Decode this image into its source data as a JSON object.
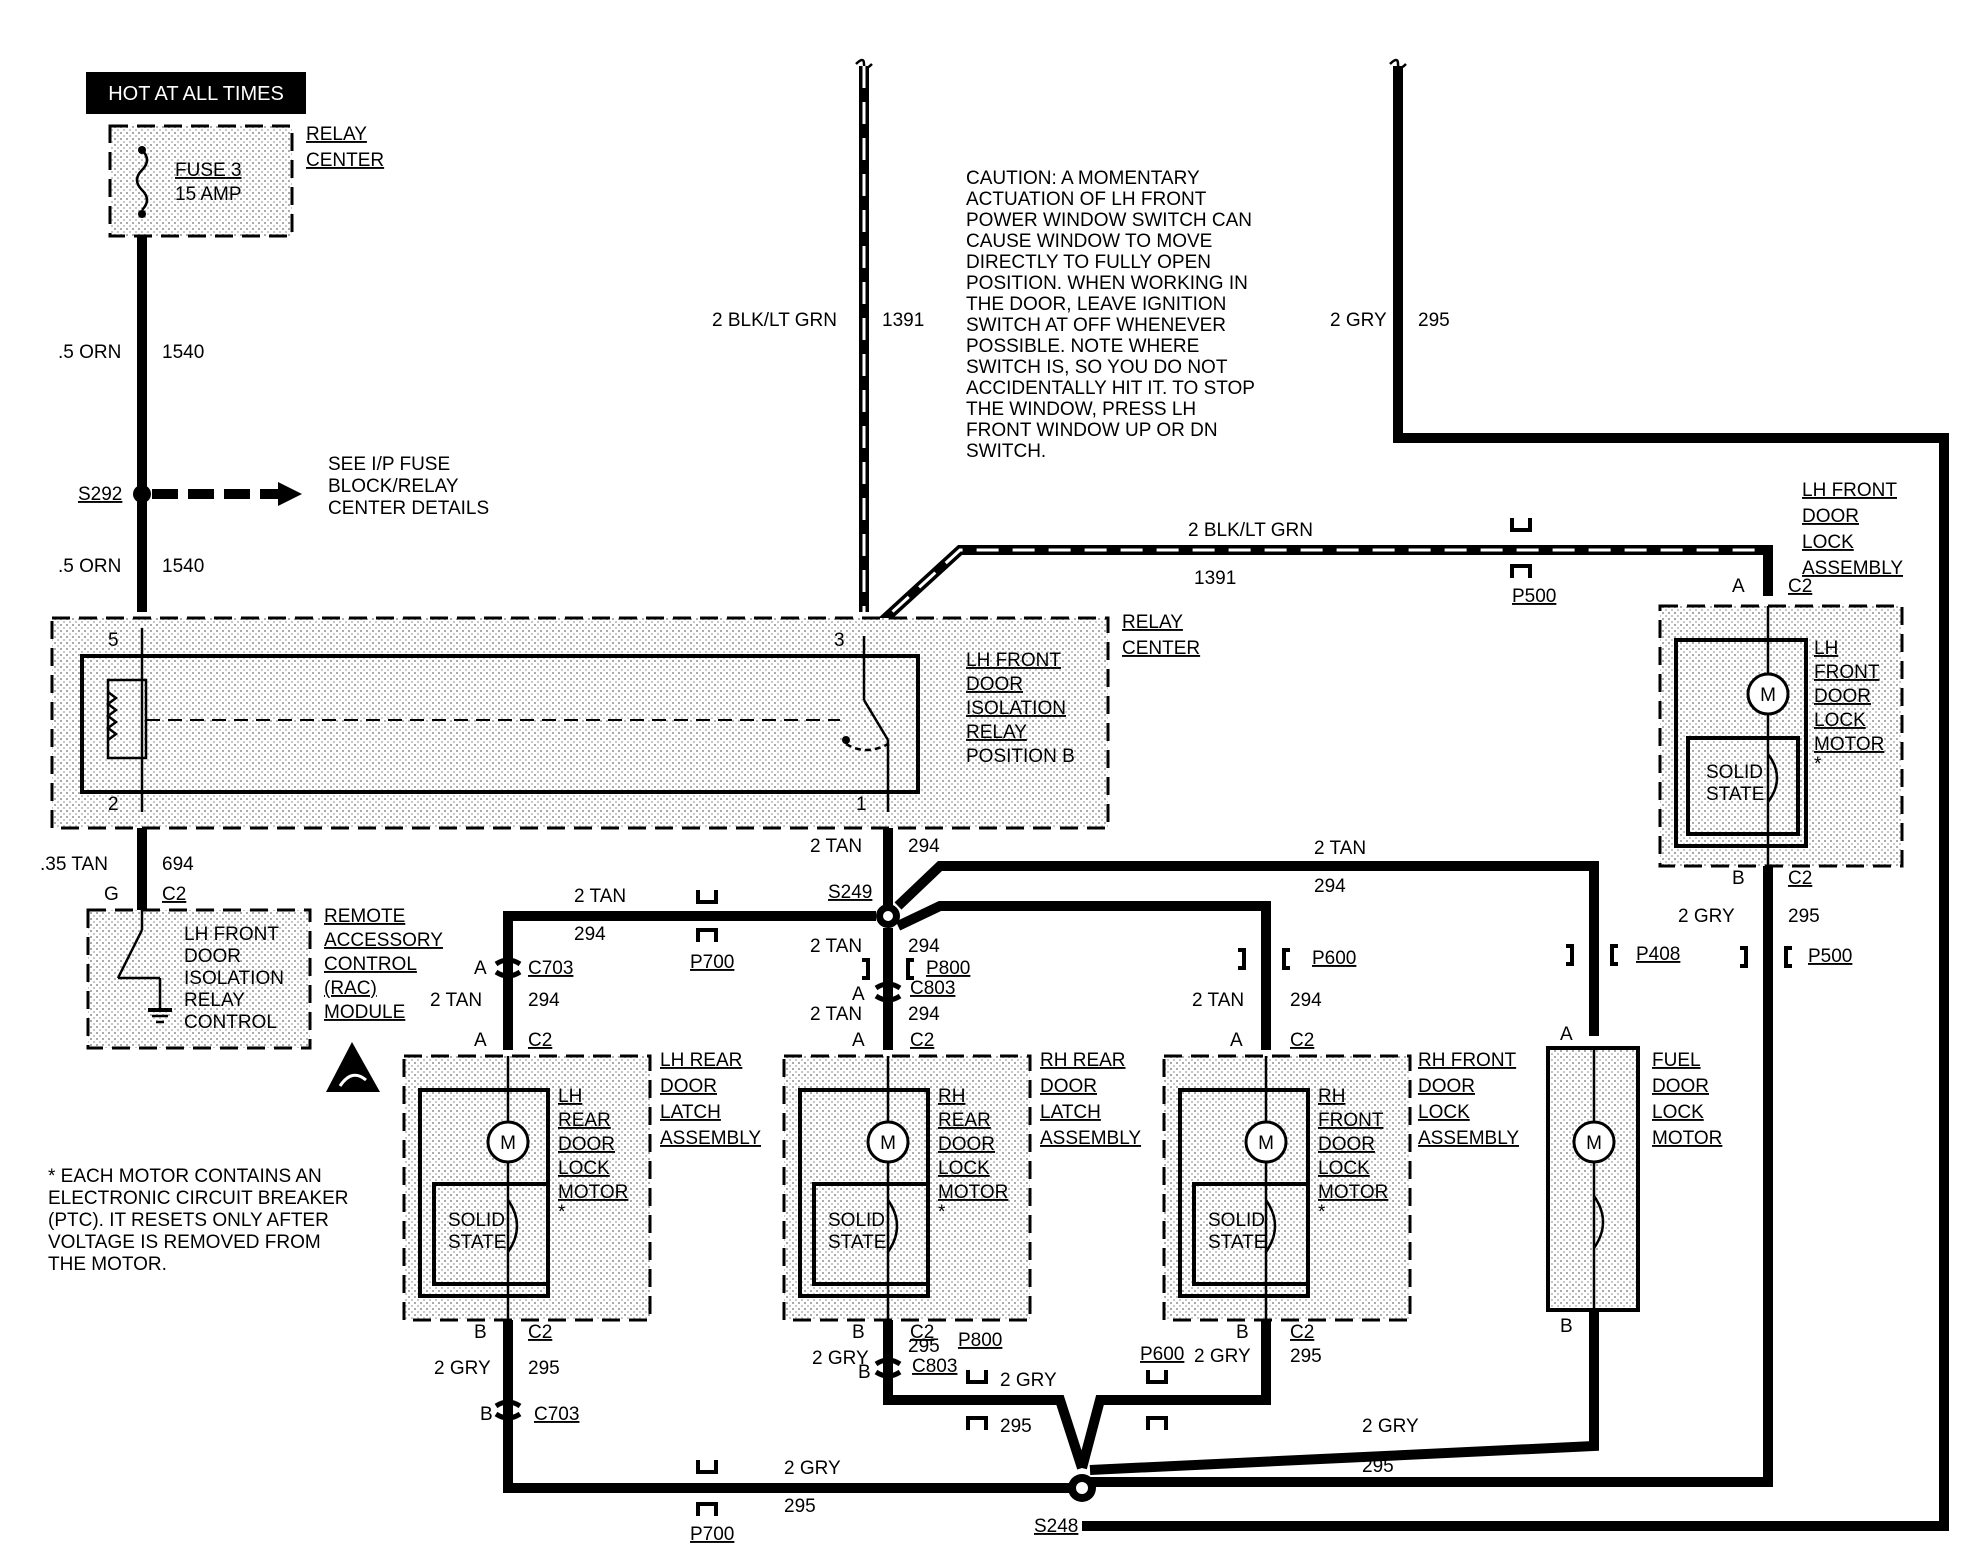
{
  "header": {
    "hot_label": "HOT AT ALL TIMES"
  },
  "fuse": {
    "name": "FUSE 3",
    "rating": "15 AMP",
    "location_1": "RELAY",
    "location_2": "CENTER"
  },
  "wires": {
    "orn_1": ".5 ORN",
    "orn_1_num": "1540",
    "orn_2": ".5 ORN",
    "orn_2_num": "1540",
    "blk_top": "2 BLK/LT GRN",
    "blk_top_num": "1391",
    "gry_top": "2 GRY",
    "gry_top_num": "295",
    "blk_run": "2 BLK/LT GRN",
    "blk_run_num": "1391",
    "tan_694": ".35 TAN",
    "tan_694_num": "694",
    "tan_294_main": "2 TAN",
    "tan_294_main_num": "294",
    "tan_top": "2 TAN",
    "tan_top_num": "294",
    "tan_left": "2 TAN",
    "tan_left_num": "294",
    "tan_mid_1": "2 TAN",
    "tan_mid_1_num": "294",
    "tan_mid_2": "2 TAN",
    "tan_mid_2_num": "294",
    "tan_lr": "2 TAN",
    "tan_lr_num": "294",
    "tan_rf": "2 TAN",
    "tan_rf_num": "294",
    "gry_lhf": "2 GRY",
    "gry_lhf_num": "295",
    "gry_lr": "2 GRY",
    "gry_lr_num": "295",
    "gry_rr": "2 GRY",
    "gry_rr_num": "295",
    "gry_rr_2": "2 GRY",
    "gry_rr_2_num": "295",
    "gry_rf": "2 GRY",
    "gry_rf_num": "295",
    "gry_fuel": "2 GRY",
    "gry_fuel_num": "295",
    "gry_bottom": "2 GRY",
    "gry_bottom_num": "295"
  },
  "splices": {
    "s292": "S292",
    "s249": "S249",
    "s248": "S248"
  },
  "see_note": [
    "SEE I/P FUSE",
    "BLOCK/RELAY",
    "CENTER DETAILS"
  ],
  "caution": [
    "CAUTION: A MOMENTARY",
    "ACTUATION OF LH FRONT",
    "POWER WINDOW SWITCH CAN",
    "CAUSE WINDOW TO MOVE",
    "DIRECTLY TO FULLY OPEN",
    "POSITION. WHEN WORKING IN",
    "THE DOOR, LEAVE IGNITION",
    "SWITCH AT OFF WHENEVER",
    "POSSIBLE. NOTE WHERE",
    "SWITCH IS, SO YOU DO NOT",
    "ACCIDENTALLY HIT IT. TO STOP",
    "THE WINDOW, PRESS LH",
    "FRONT WINDOW UP OR DN",
    "SWITCH."
  ],
  "relay_center": {
    "label_1": "RELAY",
    "label_2": "CENTER",
    "relay_name": [
      "LH FRONT",
      "DOOR",
      "ISOLATION",
      "RELAY",
      "POSITION B"
    ],
    "pin5": "5",
    "pin3": "3",
    "pin2": "2",
    "pin1": "1"
  },
  "rac": {
    "pin": "G",
    "conn": "C2",
    "inner": [
      "LH FRONT",
      "DOOR",
      "ISOLATION",
      "RELAY",
      "CONTROL"
    ],
    "label": [
      "REMOTE",
      "ACCESSORY",
      "CONTROL",
      "(RAC)",
      "MODULE"
    ]
  },
  "lh_front_lock": {
    "label": [
      "LH FRONT",
      "DOOR",
      "LOCK",
      "ASSEMBLY"
    ],
    "motor_label": [
      "LH",
      "FRONT",
      "DOOR",
      "LOCK",
      "MOTOR",
      "*"
    ],
    "pin_a": "A",
    "conn_a": "C2",
    "pin_b": "B",
    "conn_b": "C2"
  },
  "lh_rear": {
    "label": [
      "LH REAR",
      "DOOR",
      "LATCH",
      "ASSEMBLY"
    ],
    "motor_label": [
      "LH",
      "REAR",
      "DOOR",
      "LOCK",
      "MOTOR",
      "*"
    ],
    "pin_a": "A",
    "conn_a": "C2",
    "pin_b": "B",
    "conn_b": "C2"
  },
  "rh_rear": {
    "label": [
      "RH REAR",
      "DOOR",
      "LATCH",
      "ASSEMBLY"
    ],
    "motor_label": [
      "RH",
      "REAR",
      "DOOR",
      "LOCK",
      "MOTOR",
      "*"
    ],
    "pin_a": "A",
    "conn_a": "C2",
    "pin_b": "B",
    "conn_b": "C2"
  },
  "rh_front": {
    "label": [
      "RH FRONT",
      "DOOR",
      "LOCK",
      "ASSEMBLY"
    ],
    "motor_label": [
      "RH",
      "FRONT",
      "DOOR",
      "LOCK",
      "MOTOR",
      "*"
    ],
    "pin_a": "A",
    "conn_a": "C2",
    "pin_b": "B",
    "conn_b": "C2"
  },
  "fuel": {
    "label": [
      "FUEL",
      "DOOR",
      "LOCK",
      "MOTOR"
    ],
    "pin_a": "A",
    "pin_b": "B"
  },
  "motor": {
    "m": "M",
    "solid_1": "SOLID",
    "solid_2": "STATE"
  },
  "connectors": {
    "p500_top": "P500",
    "p700_top": "P700",
    "p800_top": "P800",
    "c803_top": "C803",
    "p600_top": "P600",
    "p408": "P408",
    "p500_right": "P500",
    "c703_top": "C703",
    "c703_bottom": "C703",
    "p800_bottom": "P800",
    "c803_bottom": "C803",
    "p600_bottom": "P600",
    "p700_bottom": "P700",
    "pin_a_c703": "A",
    "pin_a_c803": "A",
    "pin_b_c703": "B",
    "pin_b_c803": "B"
  },
  "footnote": [
    "* EACH MOTOR CONTAINS AN",
    "ELECTRONIC CIRCUIT BREAKER",
    "(PTC). IT RESETS ONLY AFTER",
    "VOLTAGE IS REMOVED FROM",
    "THE MOTOR."
  ]
}
